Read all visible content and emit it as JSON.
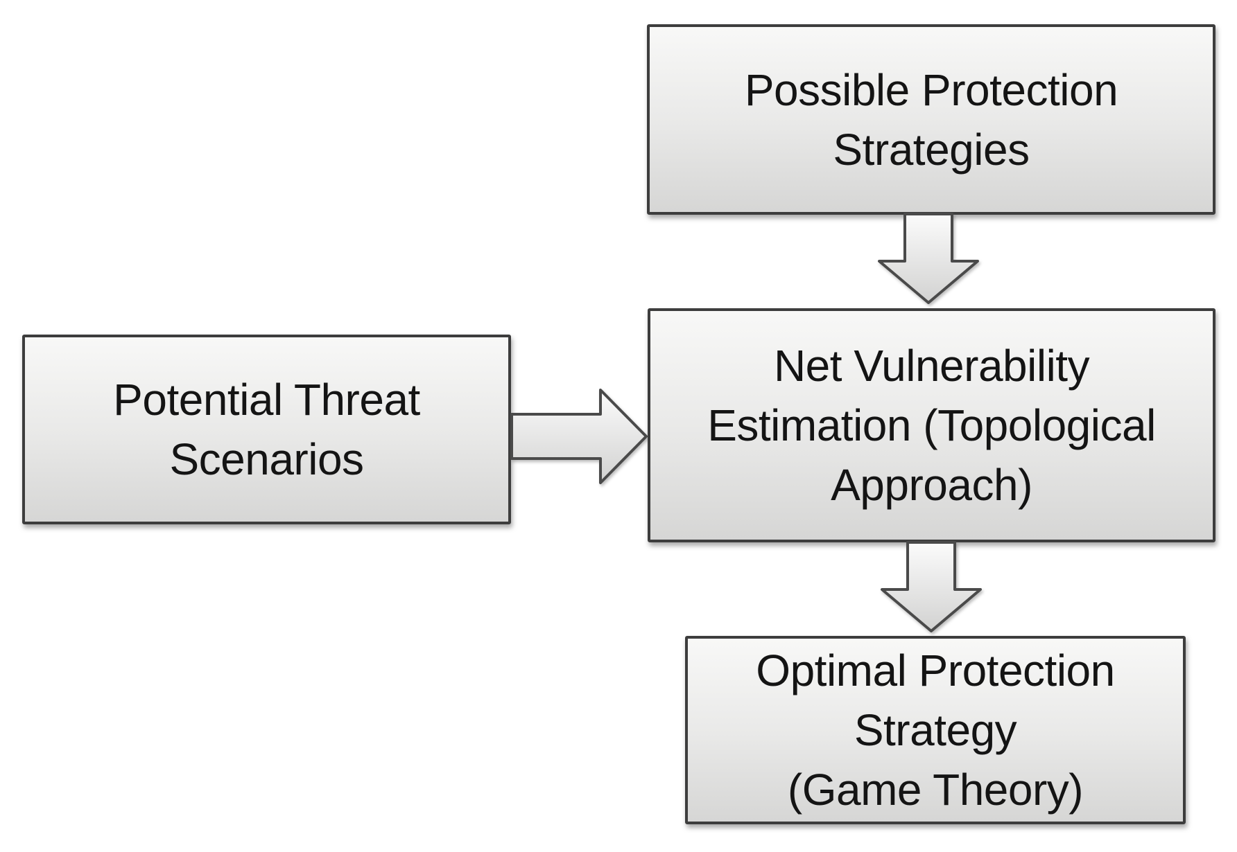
{
  "theme": {
    "page_bg": "#ffffff",
    "box_fill_top": "#f8f8f7",
    "box_fill_mid": "#e9e9e8",
    "box_fill_bottom": "#d6d6d5",
    "box_border": "#3d3d3d",
    "box_text": "#141414",
    "arrow_fill_top": "#fbfbfb",
    "arrow_fill_bottom": "#d2d2d1",
    "arrow_border": "#4a4a4a"
  },
  "diagram": {
    "boxes": [
      {
        "id": "possible-protection-strategies",
        "label": "Possible Protection\nStrategies"
      },
      {
        "id": "potential-threat-scenarios",
        "label": "Potential Threat\nScenarios"
      },
      {
        "id": "net-vulnerability-estimation",
        "label": "Net Vulnerability\nEstimation (Topological\nApproach)"
      },
      {
        "id": "optimal-protection-strategy",
        "label": "Optimal Protection\nStrategy\n(Game Theory)"
      }
    ],
    "arrows": [
      {
        "id": "strategies-to-estimation",
        "direction": "down"
      },
      {
        "id": "threats-to-estimation",
        "direction": "right"
      },
      {
        "id": "estimation-to-optimal",
        "direction": "down"
      }
    ]
  }
}
